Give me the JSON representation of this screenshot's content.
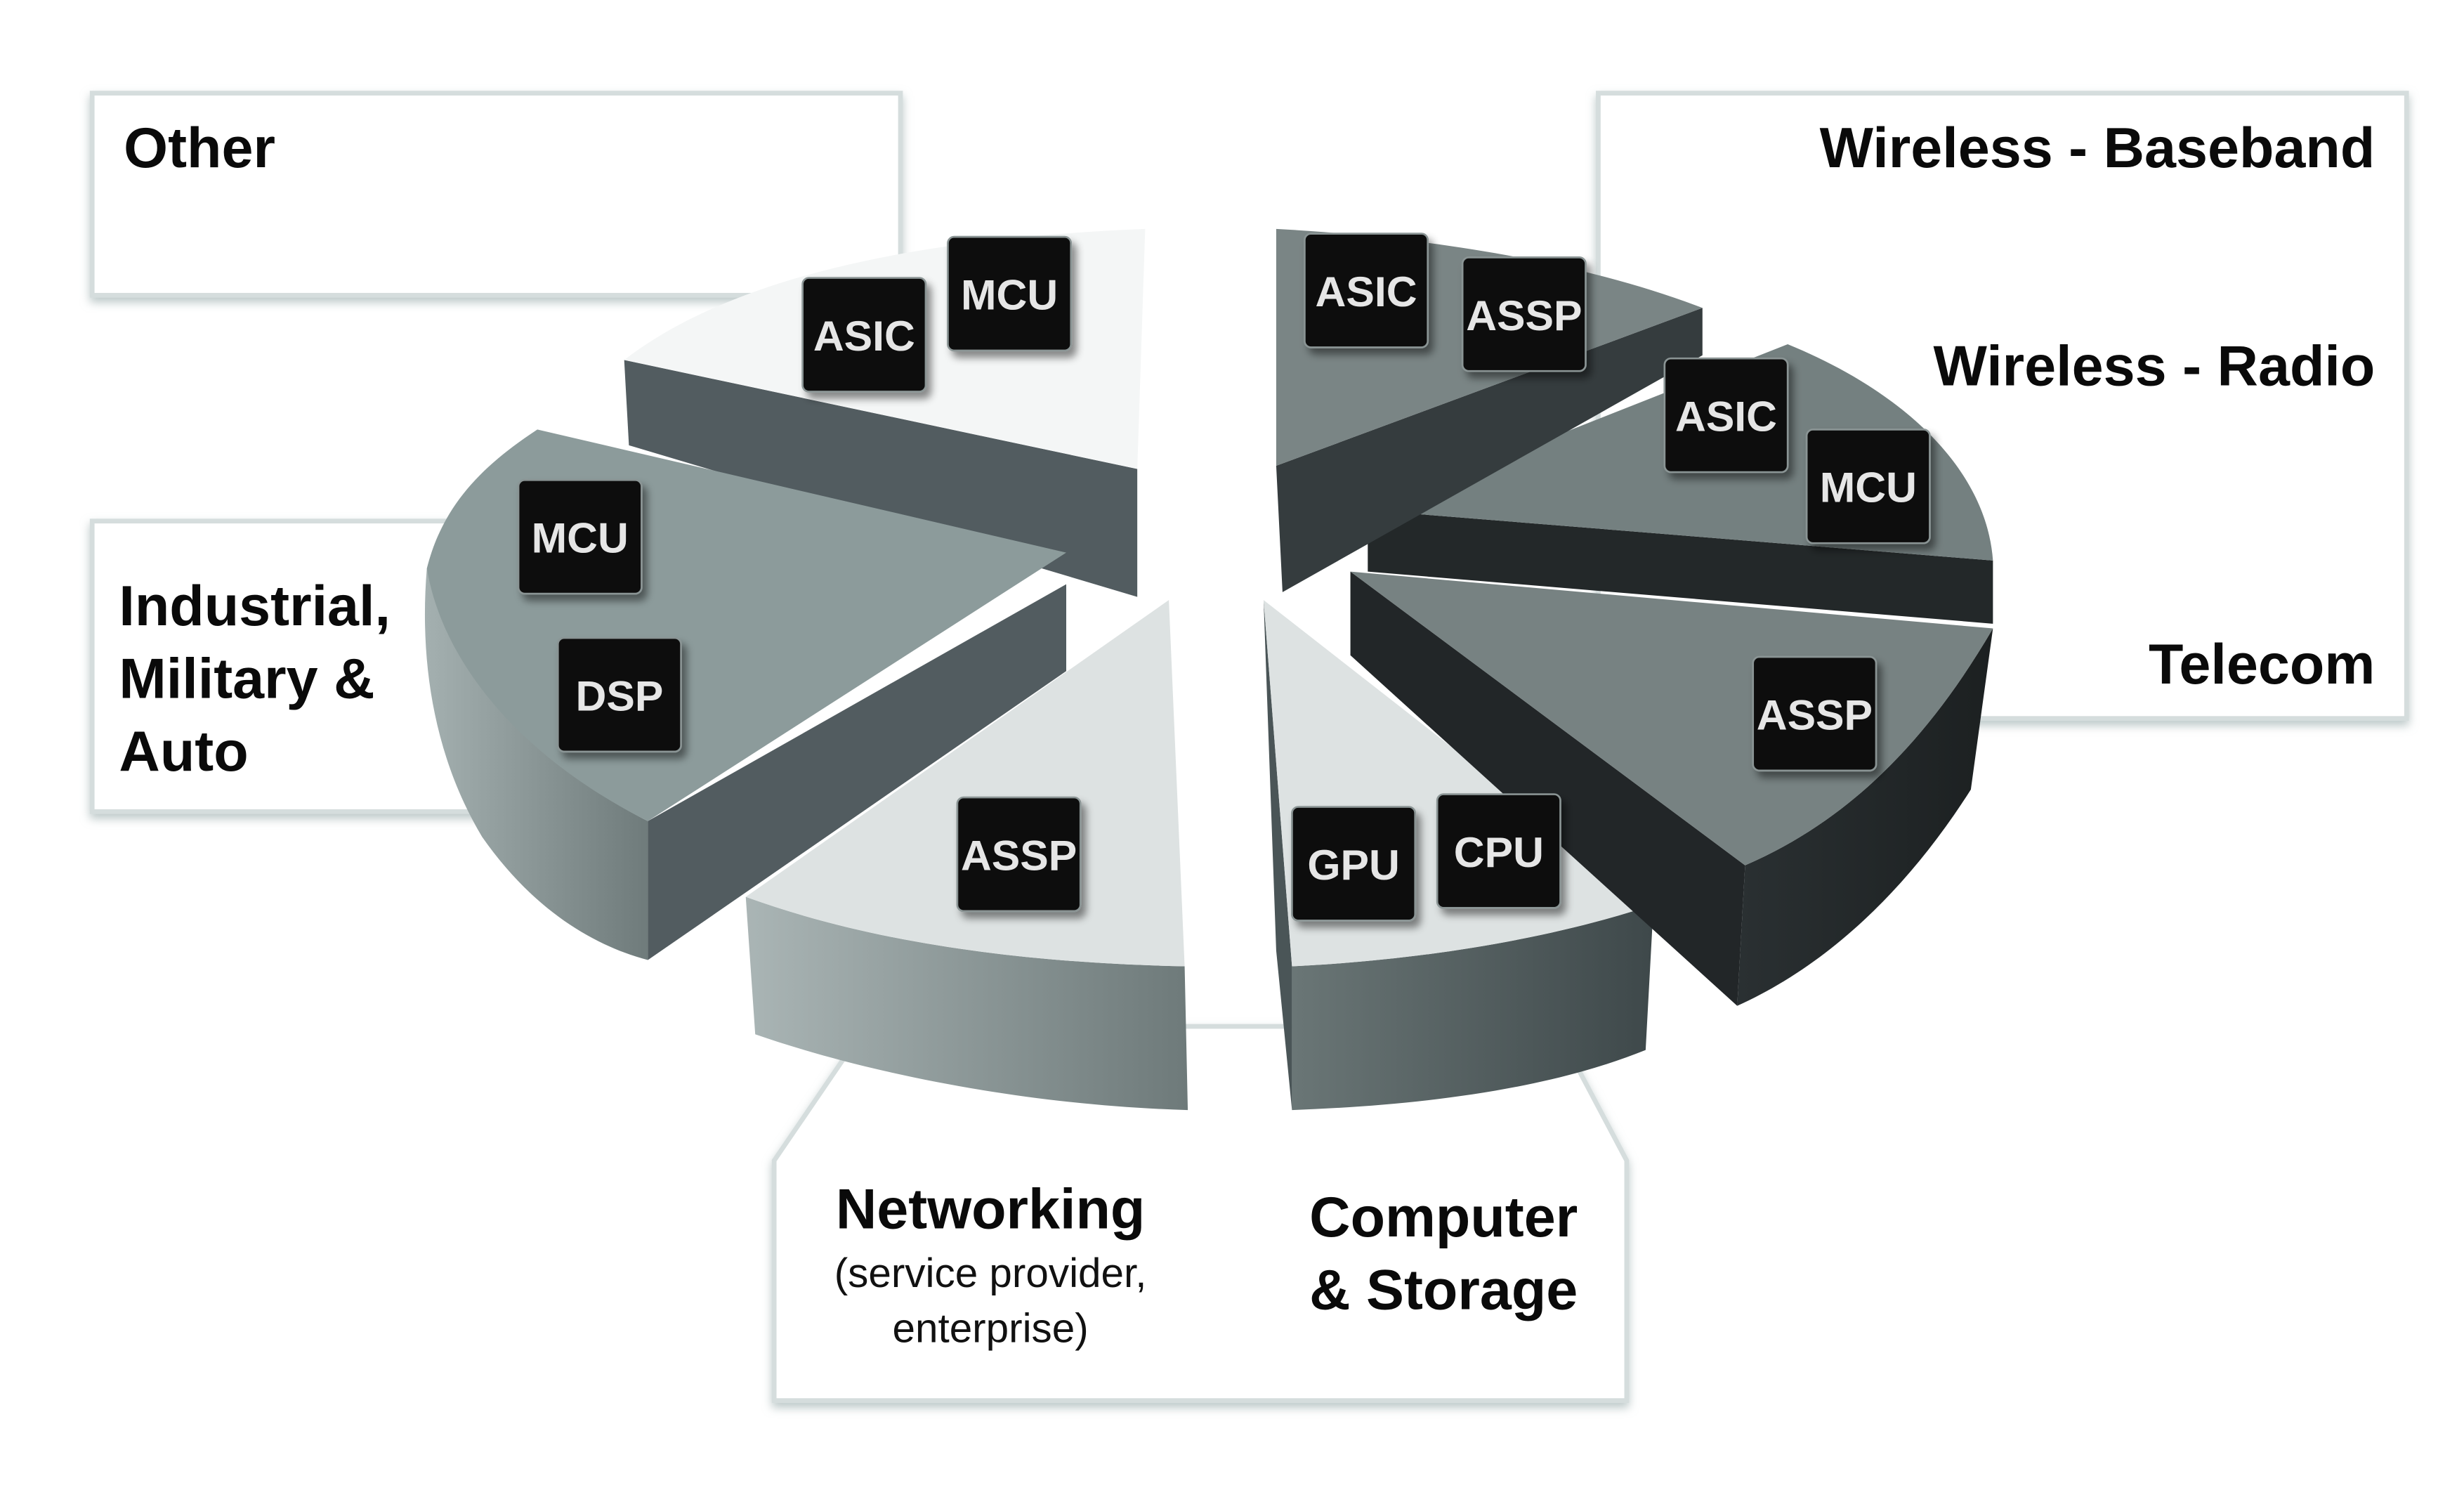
{
  "diagram": {
    "type": "exploded-3d-pie",
    "title": "",
    "segments": [
      {
        "id": "other",
        "label": "Other",
        "chips": [
          "ASIC",
          "MCU"
        ],
        "color_top": "#f4f6f6",
        "color_side": "#525c60"
      },
      {
        "id": "wireless-baseband",
        "label": "Wireless - Baseband",
        "chips": [
          "ASIC",
          "ASSP"
        ],
        "color_top": "#7a8585",
        "color_side": "#353c3e"
      },
      {
        "id": "wireless-radio",
        "label": "Wireless - Radio",
        "chips": [
          "ASIC",
          "MCU"
        ],
        "color_top": "#748080",
        "color_side": "#232829"
      },
      {
        "id": "telecom",
        "label": "Telecom",
        "chips": [
          "ASSP"
        ],
        "color_top": "#778282",
        "color_side": "#222628"
      },
      {
        "id": "computer-storage",
        "label_lines": [
          "Computer",
          "& Storage"
        ],
        "chips": [
          "GPU",
          "CPU"
        ],
        "color_top": "#dde2e2",
        "color_side": "#4a5557"
      },
      {
        "id": "networking",
        "label": "Networking",
        "sublabel_lines": [
          "(service provider,",
          "enterprise)"
        ],
        "chips": [
          "ASSP"
        ],
        "color_top": "#dde2e2",
        "color_side": "#8c9898"
      },
      {
        "id": "industrial",
        "label_lines": [
          "Industrial,",
          "Military &",
          "Auto"
        ],
        "chips": [
          "MCU",
          "DSP"
        ],
        "color_top": "#8c9b9b",
        "color_side": "#525c60"
      }
    ],
    "colors": {
      "chip_fill": "#0a0a0a",
      "chip_text": "#e6e6e6",
      "box_border": "#d5dddd",
      "label_text": "#0a0a0a"
    }
  }
}
